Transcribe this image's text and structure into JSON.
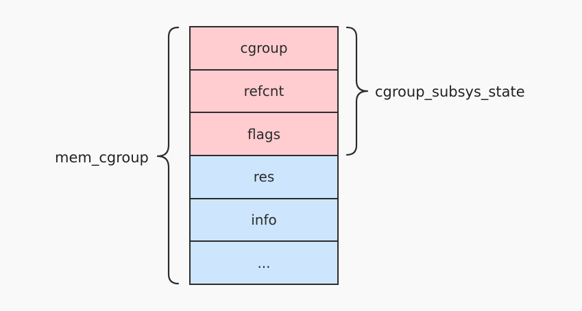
{
  "diagram": {
    "outer_struct_label": "mem_cgroup",
    "inner_struct_label": "cgroup_subsys_state",
    "fields": [
      {
        "label": "cgroup",
        "group": "css",
        "color": "#ffccd0"
      },
      {
        "label": "refcnt",
        "group": "css",
        "color": "#ffccd0"
      },
      {
        "label": "flags",
        "group": "css",
        "color": "#ffccd0"
      },
      {
        "label": "res",
        "group": "mem_cgroup",
        "color": "#cde6fd"
      },
      {
        "label": "info",
        "group": "mem_cgroup",
        "color": "#cde6fd"
      },
      {
        "label": "...",
        "group": "mem_cgroup",
        "color": "#cde6fd"
      }
    ]
  }
}
